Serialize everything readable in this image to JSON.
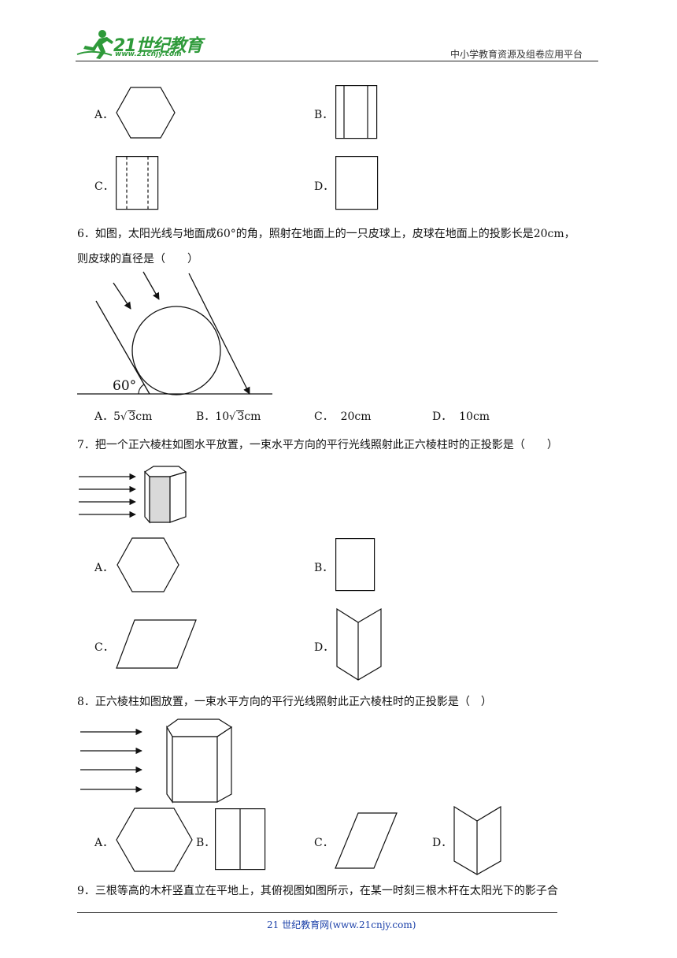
{
  "header": {
    "logo_text": "21世纪教育",
    "logo_url_text": "www.21cnjy.com",
    "platform": "中小学教育资源及组卷应用平台"
  },
  "q5_options": {
    "a": "A．",
    "b": "B．",
    "c": "C．",
    "d": "D．"
  },
  "q6": {
    "line1": "6．如图，太阳光线与地面成60°的角，照射在地面上的一只皮球上，皮球在地面上的投影长是20cm，",
    "line2": "则皮球的直径是（　　）",
    "angle_label": "60°",
    "a_label": "A．",
    "a_coef": "5",
    "a_rad": "3",
    "a_unit": "cm",
    "b_label": "B．",
    "b_coef": "10",
    "b_rad": "3",
    "b_unit": "cm",
    "c": "C．  20cm",
    "d": "D．  10cm"
  },
  "q7": {
    "text": "7．把一个正六棱柱如图水平放置，一束水平方向的平行光线照射此正六棱柱时的正投影是（　　）",
    "a": "A．",
    "b": "B．",
    "c": "C．",
    "d": "D．"
  },
  "q8": {
    "text": "8．正六棱柱如图放置，一束水平方向的平行光线照射此正六棱柱时的正投影是（　）",
    "a": "A．",
    "b": "B．",
    "c": "C．",
    "d": "D．"
  },
  "q9": {
    "text": "9．三根等高的木杆竖直立在平地上，其俯视图如图所示，在某一时刻三根木杆在太阳光下的影子合"
  },
  "footer": {
    "text": "21 世纪教育网(www.21cnjy.com)"
  }
}
